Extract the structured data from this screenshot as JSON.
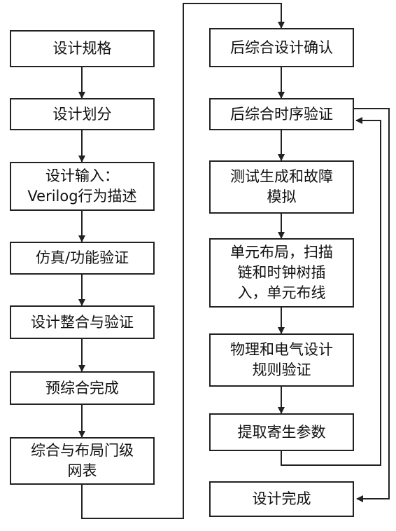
{
  "diagram": {
    "line_color": "#222222",
    "left_column": [
      {
        "id": "spec",
        "label": "设计规格"
      },
      {
        "id": "partition",
        "label": "设计划分"
      },
      {
        "id": "entry",
        "label": "设计输入：\nVerilog行为描述"
      },
      {
        "id": "sim",
        "label": "仿真/功能验证"
      },
      {
        "id": "integrate",
        "label": "设计整合与验证"
      },
      {
        "id": "presynth",
        "label": "预综合完成"
      },
      {
        "id": "synth",
        "label": "综合与布局门级\n网表"
      }
    ],
    "right_column": [
      {
        "id": "postsynth_confirm",
        "label": "后综合设计确认"
      },
      {
        "id": "postsynth_timing",
        "label": "后综合时序验证"
      },
      {
        "id": "test_gen",
        "label": "测试生成和故障\n模拟"
      },
      {
        "id": "place_route",
        "label": "单元布局，扫描\n链和时钟树插\n入，单元布线"
      },
      {
        "id": "drc",
        "label": "物理和电气设计\n规则验证"
      },
      {
        "id": "extract",
        "label": "提取寄生参数"
      },
      {
        "id": "done",
        "label": "设计完成"
      }
    ]
  }
}
